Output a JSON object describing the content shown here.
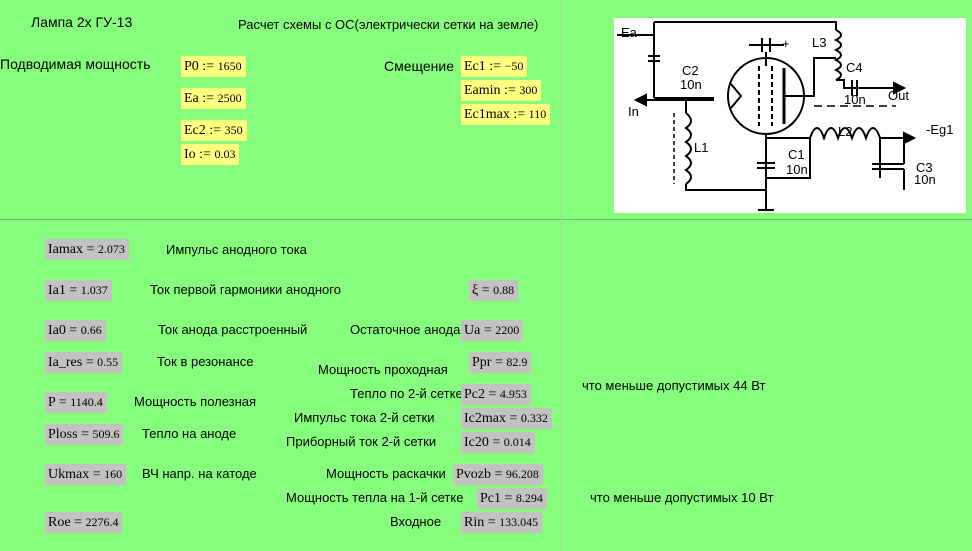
{
  "header": {
    "title": "Лампа 2х ГУ-13",
    "subtitle": "Расчет схемы с ОС(электрически сетки на земле)"
  },
  "inputs": {
    "power_label": "Подводимая мощность",
    "bias_label": "Смещение",
    "P0": {
      "name": "P0",
      "op": ":=",
      "value": "1650"
    },
    "Ea": {
      "name": "Ea",
      "op": ":=",
      "value": "2500"
    },
    "Ec2": {
      "name": "Ec2",
      "op": ":=",
      "value": "350"
    },
    "Io": {
      "name": "Io",
      "op": ":=",
      "value": "0.03"
    },
    "Ec1": {
      "name": "Ec1",
      "op": ":=",
      "value": "−50"
    },
    "Eamin": {
      "name": "Eamin",
      "op": ":=",
      "value": "300"
    },
    "Ec1max": {
      "name": "Ec1max",
      "op": ":=",
      "value": "110"
    }
  },
  "circuit": {
    "labels": {
      "Ea": "Ea",
      "L3": "L3",
      "C2": "C2",
      "C2v": "10n",
      "C4": "C4",
      "C4v": "10n",
      "Out": "Out",
      "In": "In",
      "L2": "L2",
      "Eg1": "-Eg1",
      "L1": "L1",
      "C1": "C1",
      "C1v": "10n",
      "C3": "C3",
      "C3v": "10n",
      "plus": "+"
    }
  },
  "results": {
    "Iamax": {
      "name": "Iamax",
      "op": "=",
      "value": "2.073",
      "desc": "Импульс анодного тока"
    },
    "Ia1": {
      "name": "Ia1",
      "op": "=",
      "value": "1.037",
      "desc": "Ток первой гармоники анодного"
    },
    "xi": {
      "name": "ξ",
      "op": "=",
      "value": "0.88"
    },
    "Ia0": {
      "name": "Ia0",
      "op": "=",
      "value": "0.66",
      "desc": "Ток анода расстроенный"
    },
    "Ua": {
      "name": "Ua",
      "op": "=",
      "value": "2200",
      "desc": "Остаточное анода"
    },
    "Ia_res": {
      "name": "Ia_res",
      "op": "=",
      "value": "0.55",
      "desc": "Ток в резонансе"
    },
    "Ppr": {
      "name": "Ppr",
      "op": "=",
      "value": "82.9",
      "desc": "Мощность проходная"
    },
    "Pc2": {
      "name": "Pc2",
      "op": "=",
      "value": "4.953",
      "desc": "Тепло по 2-й сетке",
      "note": "что меньше допустимых 44 Вт"
    },
    "P": {
      "name": "P",
      "op": "=",
      "value": "1140.4",
      "desc": "Мощность полезная"
    },
    "Ic2max": {
      "name": "Ic2max",
      "op": "=",
      "value": "0.332",
      "desc": "Импульс тока 2-й сетки"
    },
    "Ploss": {
      "name": "Ploss",
      "op": "=",
      "value": "509.6",
      "desc": "Тепло на аноде"
    },
    "Ic20": {
      "name": "Ic20",
      "op": "=",
      "value": "0.014",
      "desc": "Приборный ток 2-й сетки"
    },
    "Ukmax": {
      "name": "Ukmax",
      "op": "=",
      "value": "160",
      "desc": "ВЧ напр. на катоде"
    },
    "Pvozb": {
      "name": "Pvozb",
      "op": "=",
      "value": "96.208",
      "desc": "Мощность раскачки"
    },
    "Pc1": {
      "name": "Pc1",
      "op": "=",
      "value": "8.294",
      "desc": "Мощность тепла на 1-й сетке",
      "note": "что меньше допустимых 10 Вт"
    },
    "Roe": {
      "name": "Roe",
      "op": "=",
      "value": "2276.4"
    },
    "Rin": {
      "name": "Rin",
      "op": "=",
      "value": "133.045",
      "desc": "Входное"
    }
  },
  "colors": {
    "background": "#87fd7d",
    "input_region": "#ffff80",
    "result_region": "#c2c2c2"
  }
}
